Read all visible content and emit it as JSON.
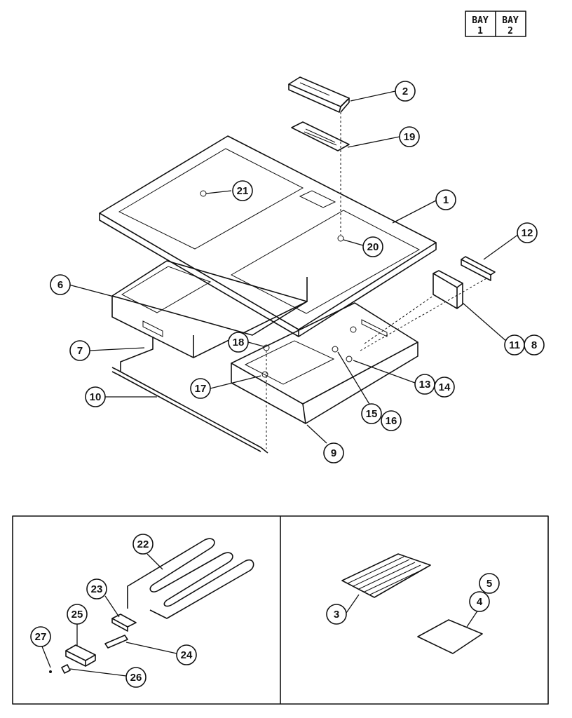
{
  "bay_box": {
    "cell1_top": "BAY",
    "cell1_bottom": "1",
    "cell2_top": "BAY",
    "cell2_bottom": "2"
  },
  "callouts": {
    "c1": "1",
    "c2": "2",
    "c3": "3",
    "c4": "4",
    "c5": "5",
    "c6": "6",
    "c7": "7",
    "c8": "8",
    "c9": "9",
    "c10": "10",
    "c11": "11",
    "c12": "12",
    "c13": "13",
    "c14": "14",
    "c15": "15",
    "c16": "16",
    "c17": "17",
    "c18": "18",
    "c19": "19",
    "c20": "20",
    "c21": "21",
    "c22": "22",
    "c23": "23",
    "c24": "24",
    "c25": "25",
    "c26": "26",
    "c27": "27"
  }
}
